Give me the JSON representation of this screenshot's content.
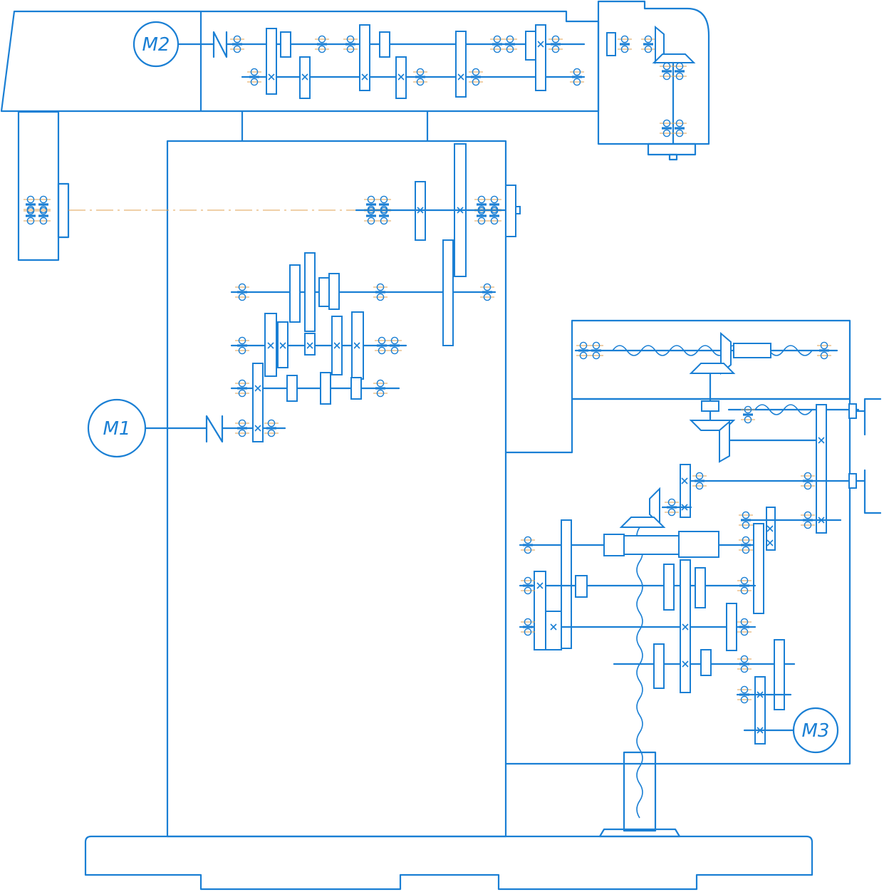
{
  "motors": {
    "m1": {
      "label": "M1"
    },
    "m2": {
      "label": "M2"
    },
    "m3": {
      "label": "M3"
    }
  },
  "colors": {
    "line": "#1a7fd4",
    "axis": "#e0a050",
    "background": "#ffffff"
  }
}
